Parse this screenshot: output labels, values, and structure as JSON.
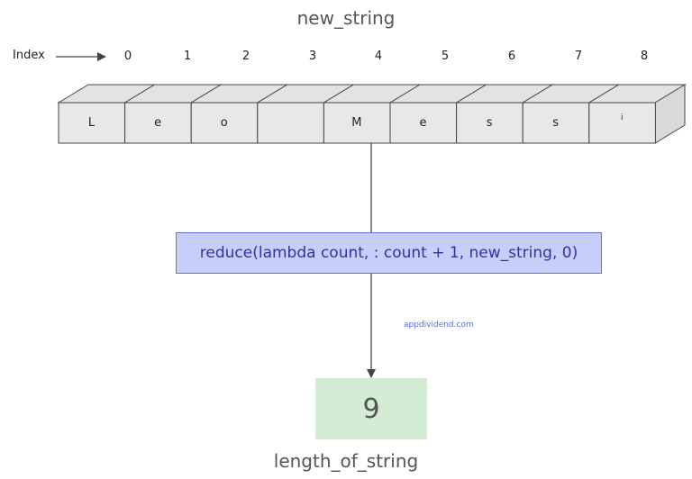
{
  "top_label": "new_string",
  "index_label": "Index",
  "indices": [
    "0",
    "1",
    "2",
    "3",
    "4",
    "5",
    "6",
    "7",
    "8"
  ],
  "characters": [
    "L",
    "e",
    "o",
    "",
    "M",
    "e",
    "s",
    "s",
    "i"
  ],
  "function_call": "reduce(lambda count, : count + 1, new_string, 0)",
  "watermark": "appdividend.com",
  "result_value": "9",
  "bottom_label": "length_of_string",
  "colors": {
    "cell_fill": "#e8e8e8",
    "cell_border": "#444444",
    "function_fill": "#c7cff9",
    "function_border": "#6d6ed6",
    "function_text": "#3131a6",
    "result_fill": "#d3ecd3",
    "title_text": "#555555"
  }
}
